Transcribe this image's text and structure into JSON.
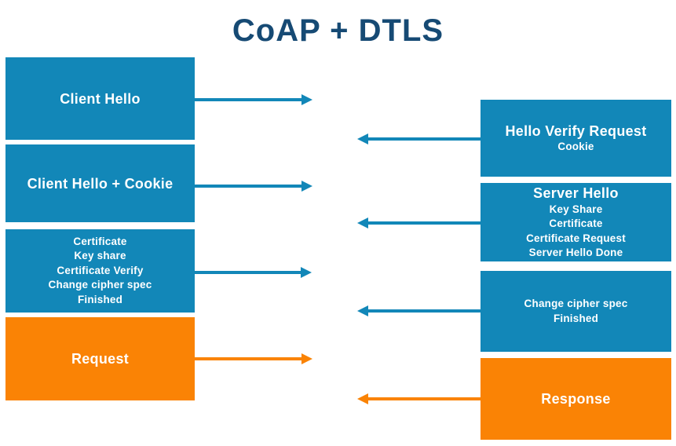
{
  "title": "CoAP + DTLS",
  "colors": {
    "box_blue": "#1287b8",
    "box_orange": "#fa8305",
    "title_navy": "#164a74",
    "text_white": "#ffffff"
  },
  "left_column": {
    "boxes": [
      {
        "title": "Client Hello"
      },
      {
        "title": "Client Hello + Cookie"
      },
      {
        "lines": [
          "Certificate",
          "Key share",
          "Certificate Verify",
          "Change cipher spec",
          "Finished"
        ]
      },
      {
        "title": "Request"
      }
    ]
  },
  "right_column": {
    "boxes": [
      {
        "title": "Hello Verify Request",
        "lines": [
          "Cookie"
        ]
      },
      {
        "title": "Server Hello",
        "lines": [
          "Key Share",
          "Certificate",
          "Certificate Request",
          "Server Hello Done"
        ]
      },
      {
        "lines": [
          "Change cipher spec",
          "Finished"
        ]
      },
      {
        "title": "Response"
      }
    ]
  },
  "arrows": [
    {
      "from": "Client Hello",
      "direction": "right",
      "color": "blue"
    },
    {
      "from": "Hello Verify Request",
      "direction": "left",
      "color": "blue"
    },
    {
      "from": "Client Hello + Cookie",
      "direction": "right",
      "color": "blue"
    },
    {
      "from": "Server Hello",
      "direction": "left",
      "color": "blue"
    },
    {
      "from": "Certificate / Finished",
      "direction": "right",
      "color": "blue"
    },
    {
      "from": "Change cipher spec / Finished",
      "direction": "left",
      "color": "blue"
    },
    {
      "from": "Request",
      "direction": "right",
      "color": "orange"
    },
    {
      "from": "Response",
      "direction": "left",
      "color": "orange"
    }
  ]
}
